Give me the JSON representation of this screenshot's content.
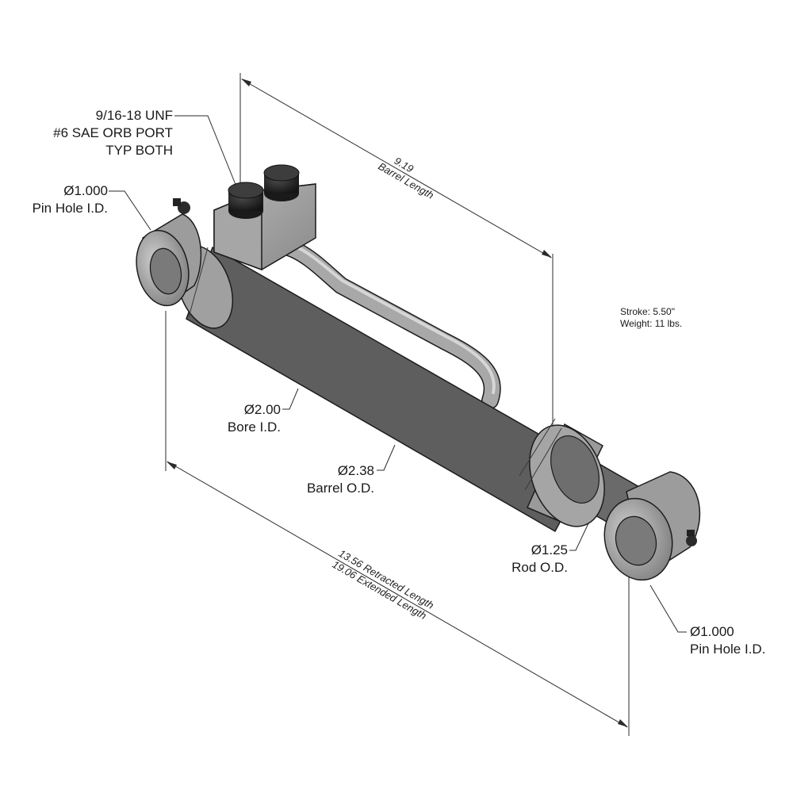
{
  "diagram": {
    "port_label": [
      "9/16-18 UNF",
      "#6 SAE ORB PORT",
      "TYP BOTH"
    ],
    "pin_hole_left": {
      "value": "Ø1.000",
      "caption": "Pin Hole I.D."
    },
    "pin_hole_right": {
      "value": "Ø1.000",
      "caption": "Pin Hole I.D."
    },
    "barrel_length": {
      "value": "9.19",
      "caption": "Barrel Length"
    },
    "bore": {
      "value": "Ø2.00",
      "caption": "Bore I.D."
    },
    "barrel_od": {
      "value": "Ø2.38",
      "caption": "Barrel O.D."
    },
    "rod_od": {
      "value": "Ø1.25",
      "caption": "Rod O.D."
    },
    "overall_length": {
      "retracted": "13.56 Retracted Length",
      "extended": "19.06 Extended Length"
    },
    "specs": {
      "stroke": "Stroke: 5.50\"",
      "weight": "Weight: 11 lbs."
    }
  },
  "colors": {
    "steel_light": "#b8b8b8",
    "steel_mid": "#8e8e8e",
    "steel_dark": "#5a5a5a",
    "outline": "#1c1c1c",
    "bolt": "#2a2a2a"
  }
}
